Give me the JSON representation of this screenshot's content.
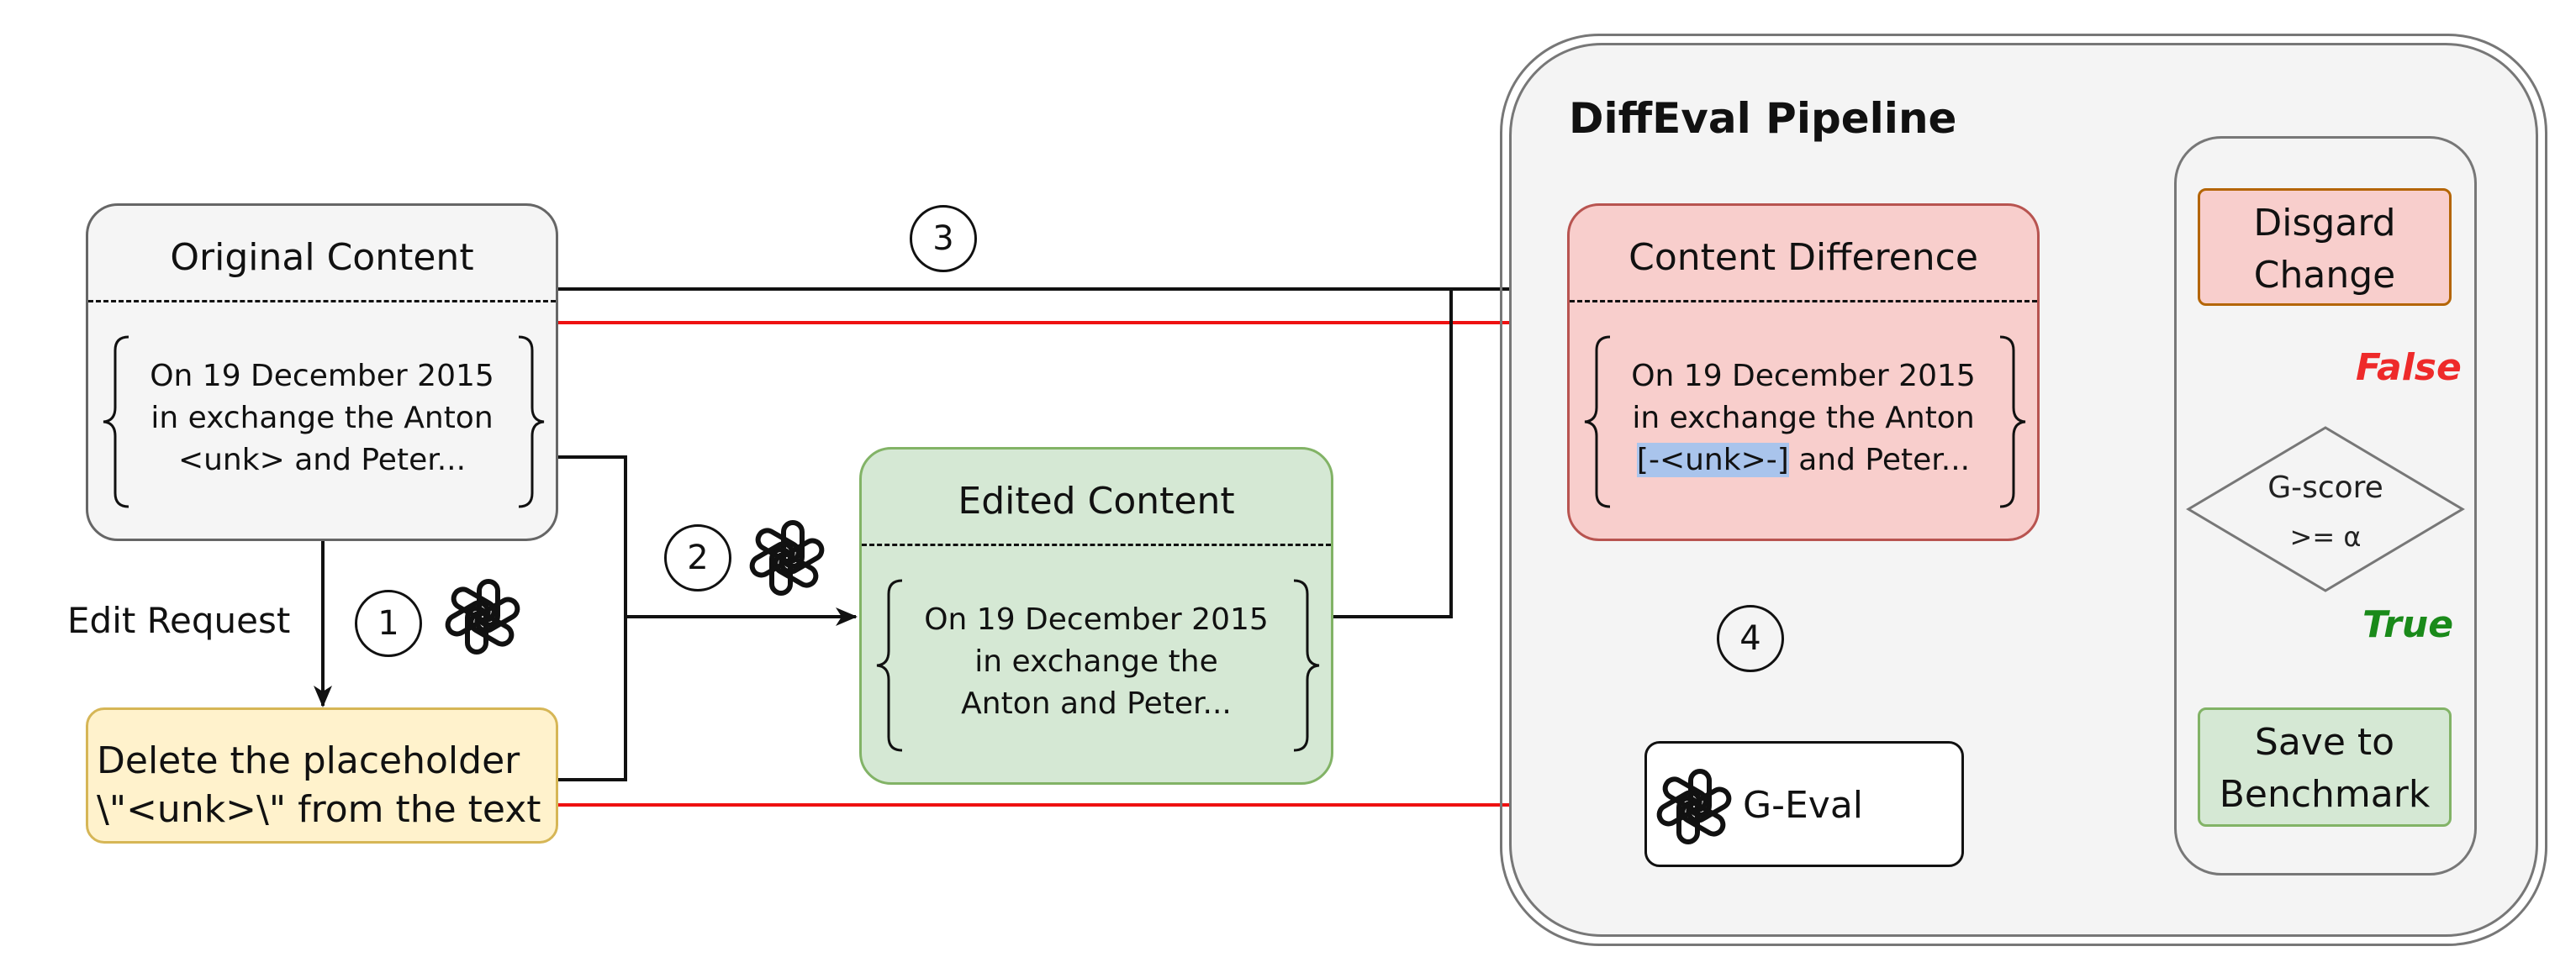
{
  "original": {
    "title": "Original Content",
    "lines": [
      "On 19 December 2015",
      "in exchange the Anton",
      "<unk> and Peter..."
    ]
  },
  "edit_request_label": "Edit Request",
  "request": {
    "line1": "Delete the placeholder",
    "line2": "\\\"<unk>\\\" from the text"
  },
  "edited": {
    "title": "Edited Content",
    "lines": [
      "On 19 December 2015",
      "in exchange the",
      "Anton and Peter..."
    ]
  },
  "pipeline": {
    "title": "DiffEval Pipeline"
  },
  "difference": {
    "title": "Content Difference",
    "line1": "On 19 December 2015",
    "line2": "in exchange the Anton",
    "line3_highlight": "[-<unk>-]",
    "line3_rest": " and Peter..."
  },
  "geval_label": "G-Eval",
  "decision": {
    "line1": "G-score",
    "line2": ">= α",
    "false_label": "False",
    "true_label": "True",
    "discard_line1": "Disgard",
    "discard_line2": "Change",
    "save_line1": "Save to",
    "save_line2": "Benchmark"
  },
  "steps": [
    "1",
    "2",
    "3",
    "4"
  ],
  "colors": {
    "original_fill": "#f5f5f5",
    "request_fill": "#fff2cc",
    "request_border": "#d6b656",
    "edited_fill": "#d5e8d4",
    "edited_border": "#82b366",
    "difference_fill": "#f8cecc",
    "difference_border": "#b85450",
    "discard_border": "#b46504",
    "highlight": "#a9c4ec",
    "red_arrow": "#ee1111",
    "false_text": "#ee2a2a",
    "true_text": "#1a8a1a"
  },
  "icons": [
    "openai-logo-icon"
  ]
}
